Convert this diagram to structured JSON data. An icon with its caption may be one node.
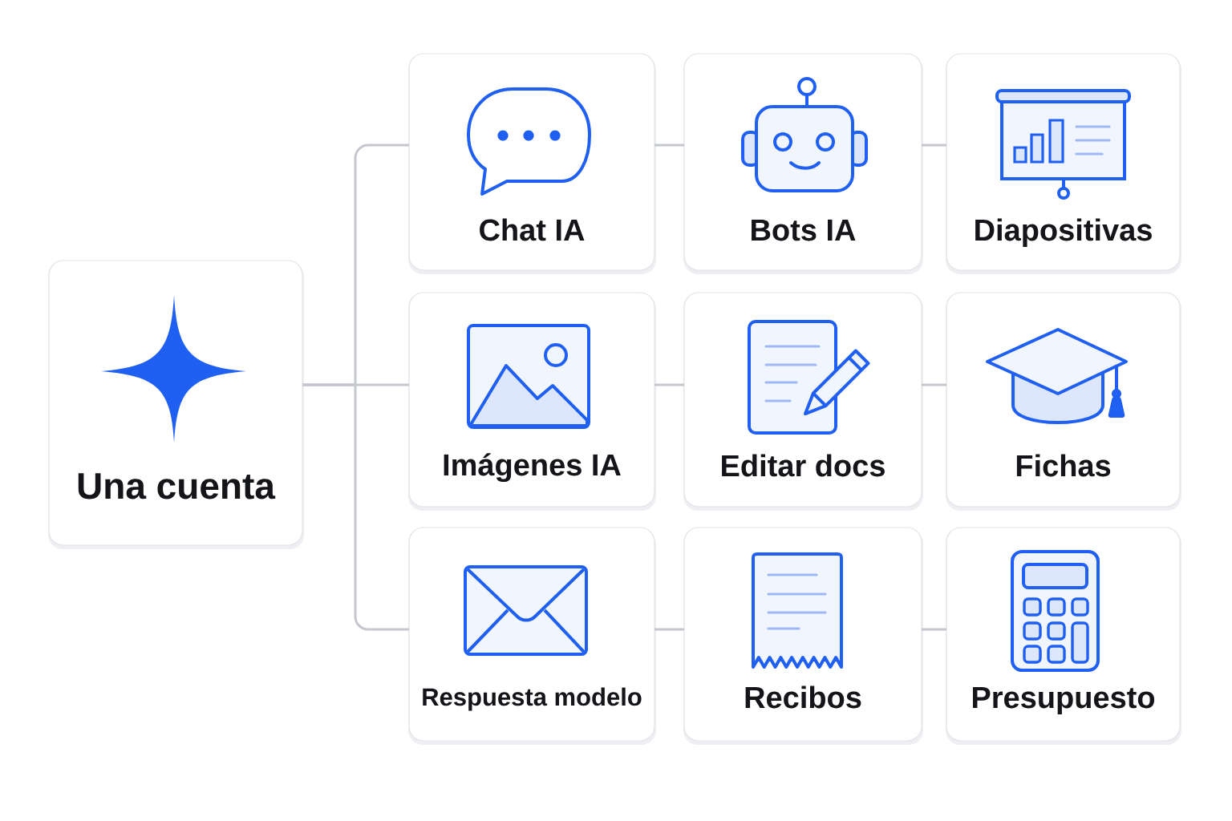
{
  "diagram": {
    "nodes": [
      {
        "text": [
          "Una cuenta"
        ]
      },
      {
        "text": [
          "Chat IA"
        ]
      },
      {
        "text": [
          "Bots IA"
        ]
      },
      {
        "text": [
          "Diapositivas"
        ]
      },
      {
        "text": [
          "Imágenes IA"
        ]
      },
      {
        "text": [
          "Editar docs"
        ]
      },
      {
        "text": [
          "Fichas"
        ]
      },
      {
        "text": [
          "Respuesta modelo"
        ]
      },
      {
        "text": [
          "Recibos"
        ]
      },
      {
        "text": [
          "Presupuesto"
        ]
      }
    ],
    "edges": [
      {
        "from": 0,
        "to": 1,
        "arrow": "none"
      },
      {
        "from": 0,
        "to": 4,
        "arrow": "none"
      },
      {
        "from": 0,
        "to": 7,
        "arrow": "none"
      },
      {
        "from": 1,
        "to": 2,
        "arrow": "none"
      },
      {
        "from": 2,
        "to": 3,
        "arrow": "none"
      },
      {
        "from": 4,
        "to": 5,
        "arrow": "none"
      },
      {
        "from": 5,
        "to": 6,
        "arrow": "none"
      },
      {
        "from": 7,
        "to": 8,
        "arrow": "none"
      },
      {
        "from": 8,
        "to": 9,
        "arrow": "none"
      }
    ]
  }
}
